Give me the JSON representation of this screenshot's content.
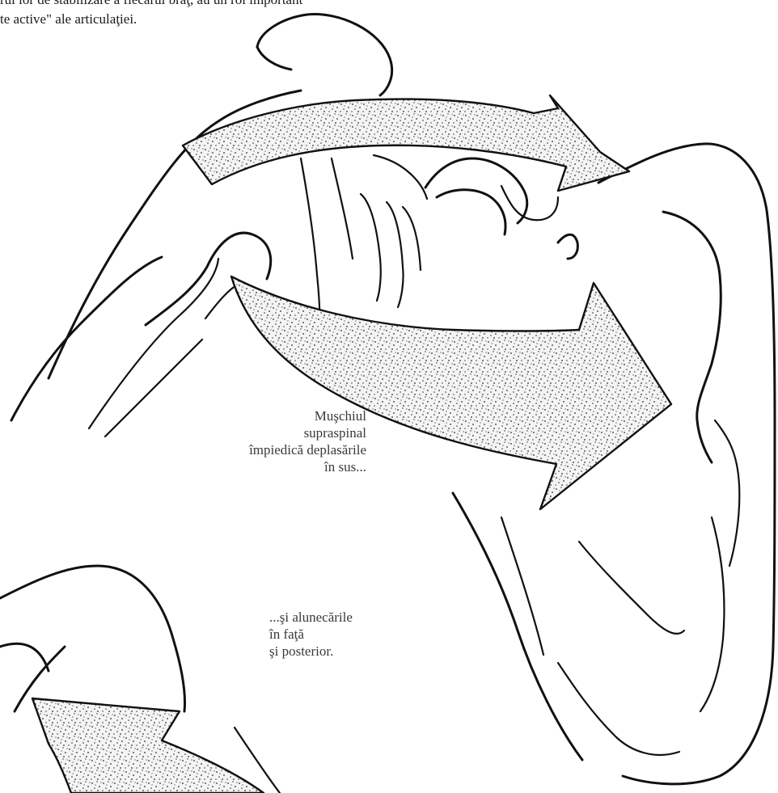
{
  "intro_text": [
    "rul lor de stabilizare a fiecărui braţ, au un rol important",
    "te active\" ale articulaţiei."
  ],
  "captions": {
    "upward": [
      "Muşchiul",
      "supraspinal",
      "împiedică deplasările",
      "în sus..."
    ],
    "sliding": [
      "...şi alunecările",
      "în faţă",
      "şi posterior."
    ]
  },
  "colors": {
    "ink": "#111111",
    "stipple": "#2b2b2b",
    "paper": "#ffffff"
  }
}
